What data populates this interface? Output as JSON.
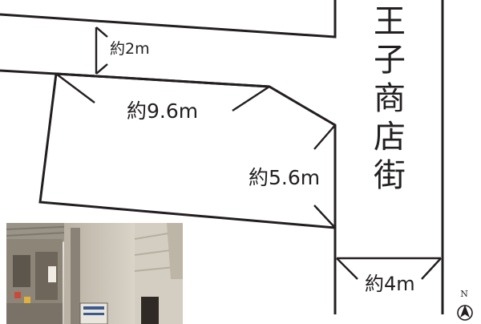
{
  "dimensions": {
    "gap_to_north_line": "約2m",
    "lot_north_side": "約9.6m",
    "lot_east_side": "約5.6m",
    "street_width": "約4m"
  },
  "street": {
    "name_chars": [
      "王",
      "子",
      "商",
      "店",
      "街"
    ]
  },
  "compass": {
    "label": "N"
  },
  "photo": {
    "description_icon": "street-photo"
  },
  "colors": {
    "ink": "#231f20",
    "background": "#ffffff"
  }
}
